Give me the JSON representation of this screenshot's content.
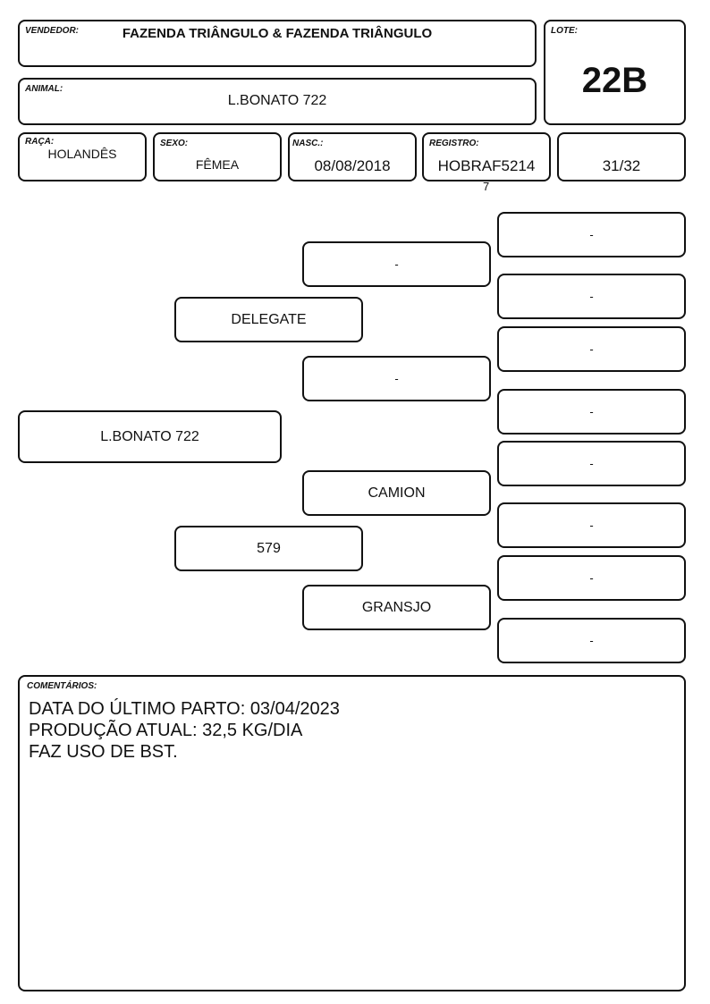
{
  "header": {
    "vendedor_label": "VENDEDOR:",
    "vendedor_value": "FAZENDA TRIÂNGULO & FAZENDA TRIÂNGULO",
    "lote_label": "LOTE:",
    "lote_value": "22B",
    "animal_label": "ANIMAL:",
    "animal_value": "L.BONATO 722"
  },
  "info": {
    "raca_label": "RAÇA:",
    "raca_value": "HOLANDÊS",
    "sexo_label": "SEXO:",
    "sexo_value": "FÊMEA",
    "nasc_label": "NASC.:",
    "nasc_value": "08/08/2018",
    "registro_label": "REGISTRO:",
    "registro_value": "HOBRAF5214",
    "registro_suffix": "7",
    "grau_value": "31/32"
  },
  "pedigree": {
    "animal": "L.BONATO 722",
    "sire": "DELEGATE",
    "dam": "579",
    "sire_sire": "-",
    "sire_dam": "-",
    "dam_sire": "CAMION",
    "dam_dam": "GRANSJO",
    "ggp": [
      "-",
      "-",
      "-",
      "-",
      "-",
      "-",
      "-",
      "-"
    ]
  },
  "comments": {
    "label": "COMENTÁRIOS:",
    "lines": [
      "DATA DO ÚLTIMO PARTO: 03/04/2023",
      "PRODUÇÃO ATUAL: 32,5 KG/DIA",
      "FAZ USO DE BST."
    ]
  }
}
